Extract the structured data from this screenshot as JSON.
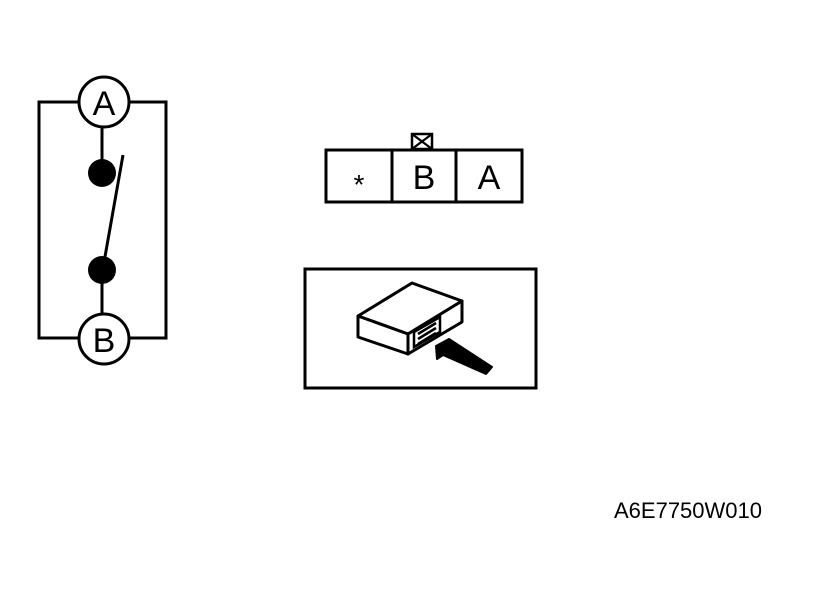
{
  "switch_circuit": {
    "terminal_top_label": "A",
    "terminal_bottom_label": "B"
  },
  "connector": {
    "cells": [
      {
        "label": "*"
      },
      {
        "label": "B"
      },
      {
        "label": "A"
      }
    ]
  },
  "figure_code": "A6E7750W010",
  "colors": {
    "ink": "#000000",
    "background": "#ffffff"
  }
}
